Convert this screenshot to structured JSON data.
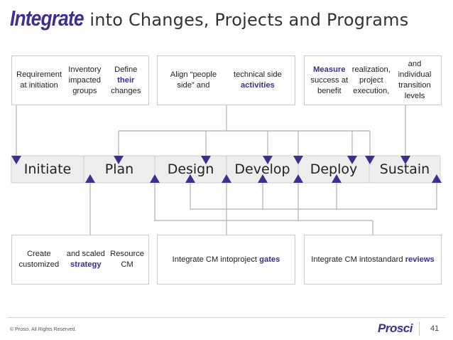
{
  "title": {
    "strong": "Integrate",
    "rest": "into Changes, Projects and Programs"
  },
  "top_boxes": [
    {
      "lines": [
        [
          {
            "t": "Requirement at initiation"
          }
        ],
        [
          {
            "t": "Inventory impacted groups"
          }
        ],
        [
          {
            "t": "Define "
          },
          {
            "t": "their",
            "hl": true
          },
          {
            "t": " changes"
          }
        ]
      ]
    },
    {
      "lines": [
        [
          {
            "t": "Align “people side” and"
          }
        ],
        [
          {
            "t": "technical side "
          },
          {
            "t": "activities",
            "hl": true
          }
        ]
      ]
    },
    {
      "lines": [
        [
          {
            "t": "Measure",
            "hl": true
          },
          {
            "t": " success at benefit"
          }
        ],
        [
          {
            "t": "realization, project execution,"
          }
        ],
        [
          {
            "t": "and individual transition levels"
          }
        ]
      ]
    }
  ],
  "bottom_boxes": [
    {
      "lines": [
        [
          {
            "t": "Create customized"
          }
        ],
        [
          {
            "t": "and scaled "
          },
          {
            "t": "strategy",
            "hl": true
          }
        ],
        [
          {
            "t": "Resource CM"
          }
        ]
      ]
    },
    {
      "lines": [
        [
          {
            "t": "Integrate CM into"
          }
        ],
        [
          {
            "t": "project "
          },
          {
            "t": "gates",
            "hl": true
          }
        ]
      ]
    },
    {
      "lines": [
        [
          {
            "t": "Integrate CM into"
          }
        ],
        [
          {
            "t": "standard "
          },
          {
            "t": "reviews",
            "hl": true
          }
        ]
      ]
    }
  ],
  "phases": [
    "Initiate",
    "Plan",
    "Design",
    "Develop",
    "Deploy",
    "Sustain"
  ],
  "footer": {
    "copyright": "© Prosci. All Rights Reserved.",
    "logo": "Prosci",
    "page_number": "41"
  },
  "colors": {
    "accent": "#3b2f8f",
    "phase_fill": "#eeeeee",
    "connector": "#b0b0b0"
  }
}
